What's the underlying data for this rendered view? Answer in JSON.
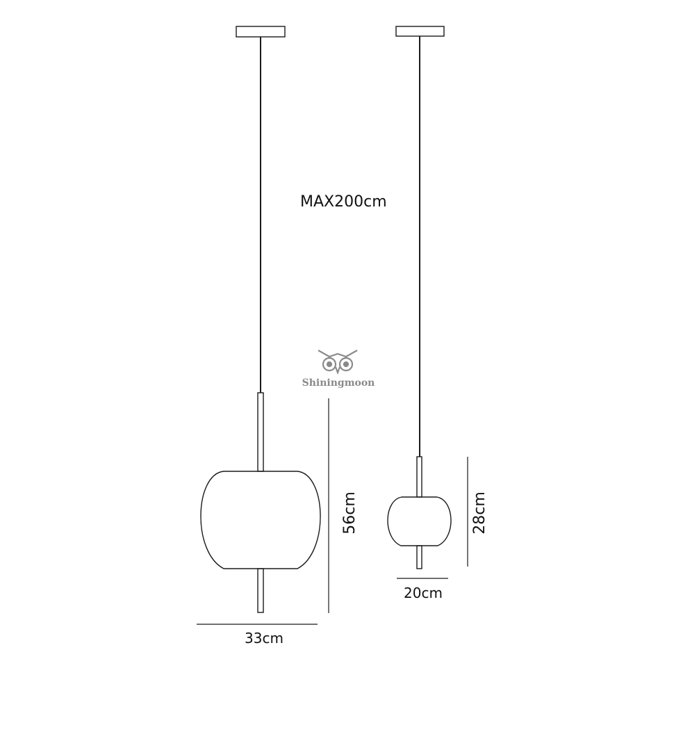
{
  "labels": {
    "max_length": "MAX200cm",
    "large_height": "56cm",
    "large_width": "33cm",
    "small_height": "28cm",
    "small_width": "20cm"
  },
  "watermark": {
    "brand": "Shiningmoon",
    "icon": "owl-logo-icon"
  },
  "colors": {
    "line": "#1a1a1a",
    "watermark": "#8a8a8a"
  }
}
